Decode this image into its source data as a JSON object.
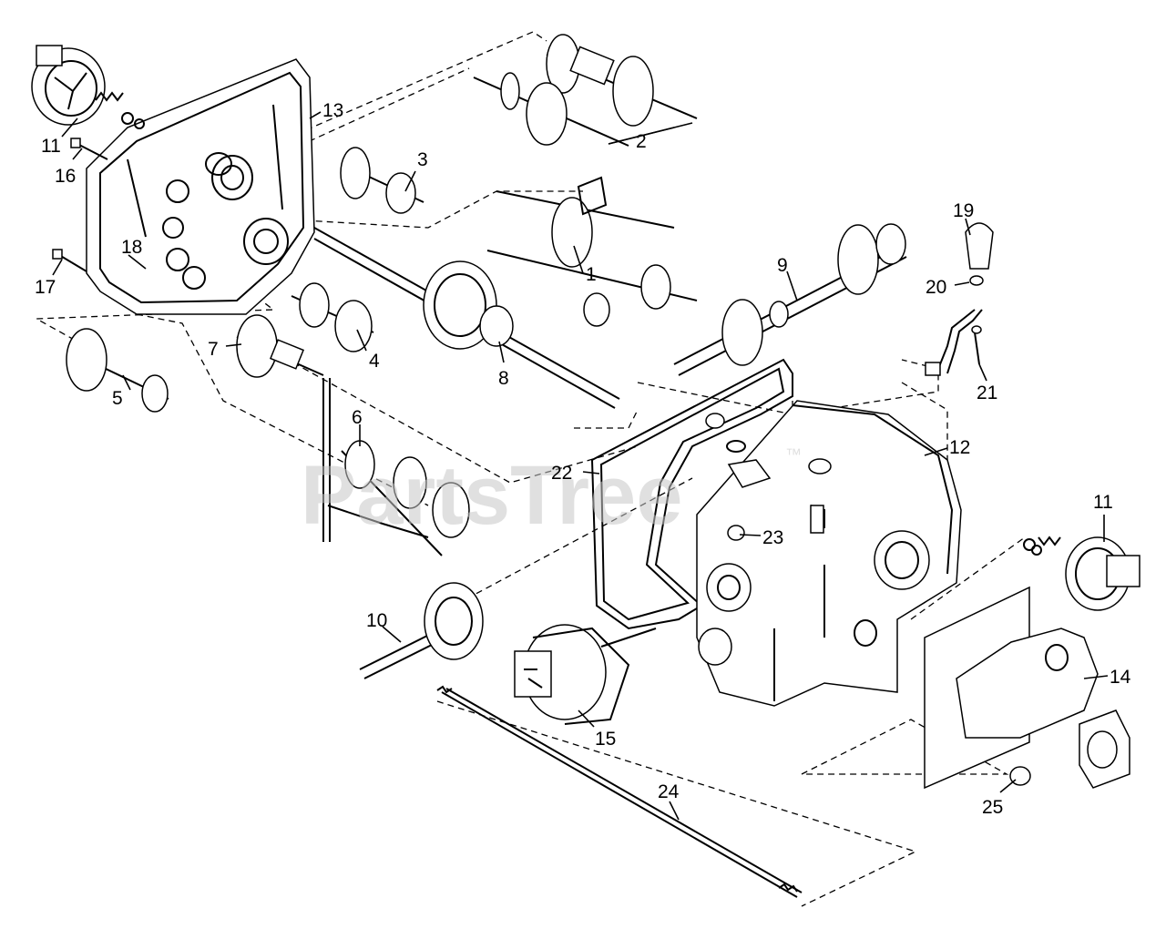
{
  "watermark": {
    "text": "PartsTree",
    "trademark": "™"
  },
  "callouts": [
    {
      "id": "c1",
      "label": "1"
    },
    {
      "id": "c2",
      "label": "2"
    },
    {
      "id": "c3",
      "label": "3"
    },
    {
      "id": "c4",
      "label": "4"
    },
    {
      "id": "c5",
      "label": "5"
    },
    {
      "id": "c6",
      "label": "6"
    },
    {
      "id": "c7",
      "label": "7"
    },
    {
      "id": "c8",
      "label": "8"
    },
    {
      "id": "c9",
      "label": "9"
    },
    {
      "id": "c10",
      "label": "10"
    },
    {
      "id": "c11a",
      "label": "11"
    },
    {
      "id": "c11b",
      "label": "11"
    },
    {
      "id": "c12",
      "label": "12"
    },
    {
      "id": "c13",
      "label": "13"
    },
    {
      "id": "c14",
      "label": "14"
    },
    {
      "id": "c15",
      "label": "15"
    },
    {
      "id": "c16",
      "label": "16"
    },
    {
      "id": "c17",
      "label": "17"
    },
    {
      "id": "c18",
      "label": "18"
    },
    {
      "id": "c19",
      "label": "19"
    },
    {
      "id": "c20",
      "label": "20"
    },
    {
      "id": "c21",
      "label": "21"
    },
    {
      "id": "c22",
      "label": "22"
    },
    {
      "id": "c23",
      "label": "23"
    },
    {
      "id": "c24",
      "label": "24"
    },
    {
      "id": "c25",
      "label": "25"
    }
  ],
  "colors": {
    "ink": "#000000",
    "paper": "#ffffff",
    "watermark": "#c8c8c8"
  }
}
